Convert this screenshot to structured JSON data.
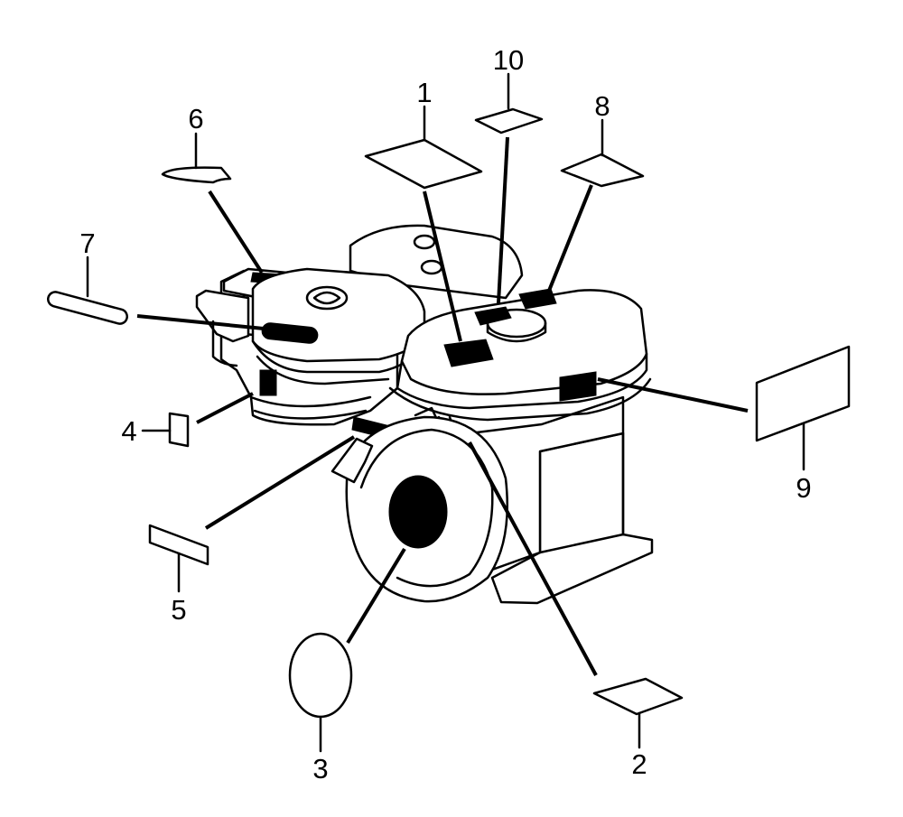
{
  "colors": {
    "line": "#000000",
    "background": "#ffffff",
    "label_fill": "#000000"
  },
  "callouts": [
    {
      "id": "1",
      "text": "1"
    },
    {
      "id": "2",
      "text": "2"
    },
    {
      "id": "3",
      "text": "3"
    },
    {
      "id": "4",
      "text": "4"
    },
    {
      "id": "5",
      "text": "5"
    },
    {
      "id": "6",
      "text": "6"
    },
    {
      "id": "7",
      "text": "7"
    },
    {
      "id": "8",
      "text": "8"
    },
    {
      "id": "9",
      "text": "9"
    },
    {
      "id": "10",
      "text": "10"
    }
  ]
}
